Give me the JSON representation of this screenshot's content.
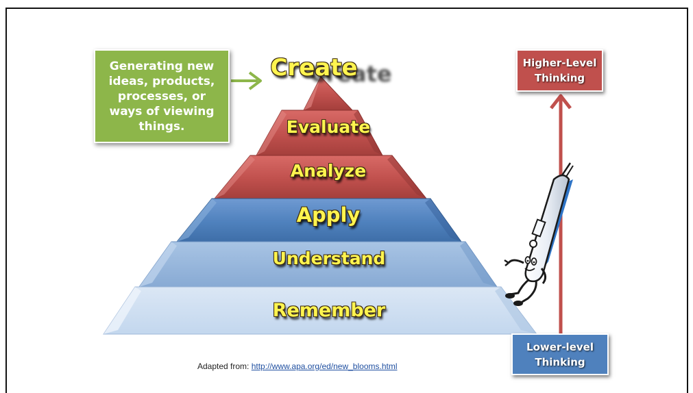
{
  "pyramid": {
    "levels": [
      {
        "label": "Create",
        "color": "#c0504d"
      },
      {
        "label": "Evaluate",
        "color": "#c0504d"
      },
      {
        "label": "Analyze",
        "color": "#c0504d"
      },
      {
        "label": "Apply",
        "color": "#4f81bd"
      },
      {
        "label": "Understand",
        "color": "#95b3d7"
      },
      {
        "label": "Remember",
        "color": "#c6d9f1"
      }
    ]
  },
  "create_description": {
    "text": "Generating new ideas, products, processes, or ways of viewing things.",
    "color": "#8db64a"
  },
  "thinking_scale": {
    "higher": {
      "line1": "Higher-Level",
      "line2": "Thinking",
      "color": "#c0504d"
    },
    "lower": {
      "line1": "Lower-level",
      "line2": "Thinking",
      "color": "#4f81bd"
    }
  },
  "source": {
    "prefix": "Adapted from: ",
    "link_text": "http://www.apa.org/ed/new_blooms.html"
  },
  "icons": {
    "thermometer": "thermometer-character-icon",
    "arrow_up": "arrow-up-icon",
    "arrow_right": "arrow-right-icon"
  },
  "colors": {
    "label_text": "#fff44f",
    "text_outline": "#3a2a10"
  }
}
